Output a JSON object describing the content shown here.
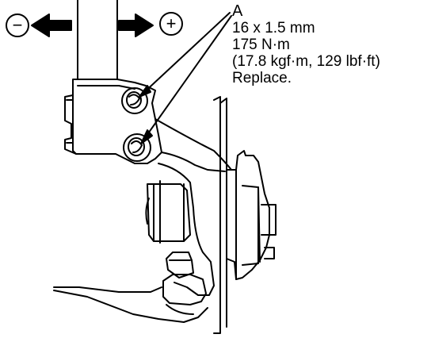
{
  "diagram": {
    "callout": {
      "letter": "A",
      "spec_size": "16 x 1.5 mm",
      "spec_torque_nm": "175 N·m",
      "spec_torque_alt": "(17.8 kgf·m, 129 lbf·ft)",
      "instruction": "Replace."
    },
    "adjust_direction": {
      "minus_symbol": "−",
      "plus_symbol": "+"
    },
    "line_color": "#000000",
    "background_color": "#ffffff"
  }
}
